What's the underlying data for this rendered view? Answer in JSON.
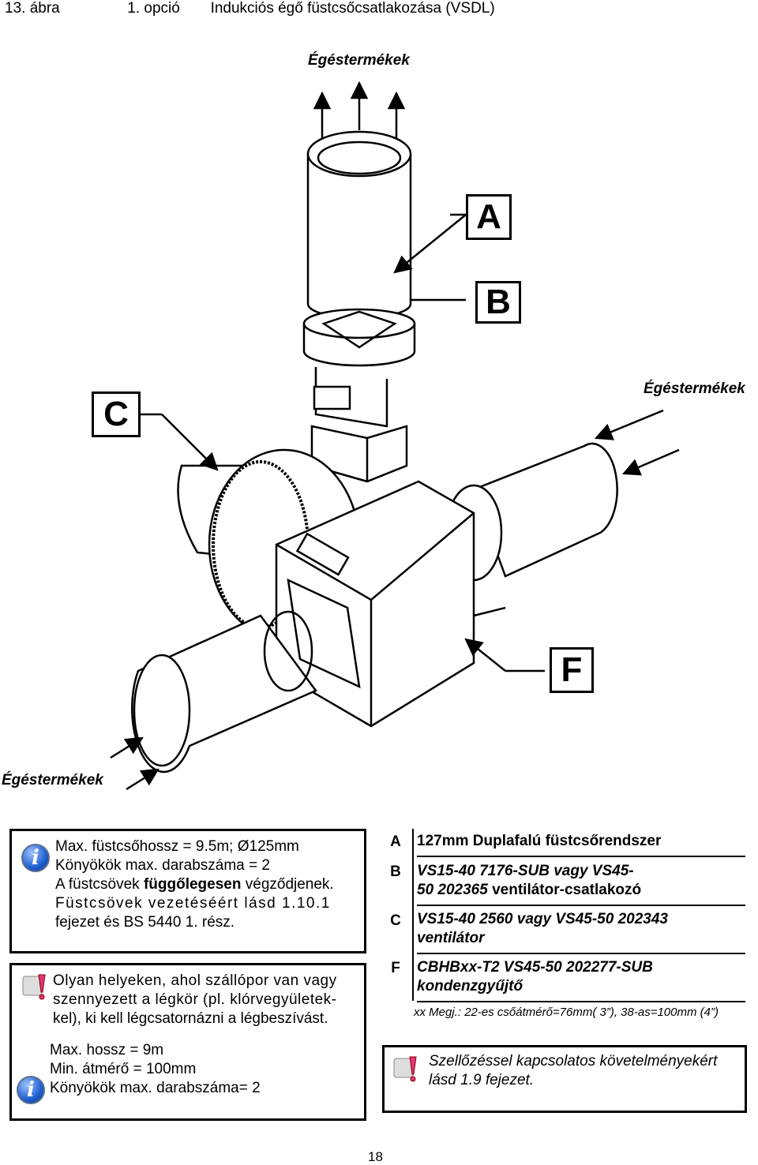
{
  "header": {
    "figure": "13. ábra",
    "option": "1. opció",
    "title": "Indukciós égő füstcsőcsatlakozása (VSDL)"
  },
  "diagram": {
    "flow_labels": {
      "top": "Égéstermékek",
      "right": "Égéstermékek",
      "left": "Égéstermékek"
    },
    "callouts": {
      "a": "A",
      "b": "B",
      "c": "C",
      "f": "F"
    }
  },
  "info_box_1": {
    "line1": "Max. füstcsőhossz = 9.5m; Ø125mm",
    "line2": "Könyökök max. darabszáma = 2",
    "line3_pre": "A füstcsövek ",
    "line3_bold": "függőlegesen",
    "line3_post": " végződjenek.",
    "line4": "Füstcsövek vezetéséért lásd 1.10.1",
    "line5": "fejezet és BS 5440 1. rész."
  },
  "warn_box": {
    "line1": "Olyan helyeken, ahol szállópor van vagy",
    "line2": "szennyezett a légkör (pl. klórvegyületek-",
    "line3": "kel), ki kell légcsatornázni a légbeszívást."
  },
  "info_box_2": {
    "line1": "Max. hossz = 9m",
    "line2": "Min. átmérő = 100mm",
    "line3": "Könyökök max. darabszáma= 2"
  },
  "legend": {
    "rows": [
      {
        "key": "A",
        "value": "127mm Duplafalú füstcsőrendszer"
      },
      {
        "key": "B",
        "value_italic": "VS15-40 7176-SUB vagy VS45-",
        "value_italic2": "50 202365",
        "value_rest": " ventilátor-csatlakozó"
      },
      {
        "key": "C",
        "value": "VS15-40 2560 vagy VS45-50 202343",
        "value2": "ventilátor"
      },
      {
        "key": "F",
        "value": "CBHBxx-T2 VS45-50 202277-SUB",
        "value2": "kondenzgyűjtő"
      }
    ],
    "note_pre": "xx Megj.",
    "note_rest": ": 22-es csőátmérő=76mm( 3”), 38-as=100mm (4”)"
  },
  "vent_box": {
    "line1": "Szellőzéssel kapcsolatos követelményekért",
    "line2": "lásd 1.9 fejezet."
  },
  "footer": {
    "page_number": "18"
  }
}
